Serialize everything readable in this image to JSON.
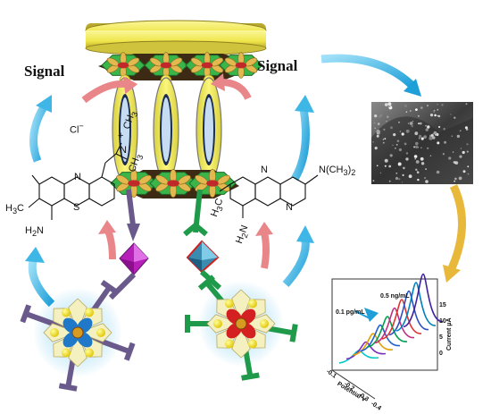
{
  "labels": {
    "signal_left": "Signal",
    "signal_right": "Signal"
  },
  "chem_left": {
    "chloride": "Cl",
    "charge_minus": "−",
    "charge_plus": "+",
    "n_cation": "N",
    "ch3_top": "CH",
    "ch3_bottom": "CH",
    "n_ring": "N",
    "s_ring": "S",
    "h3c": "H",
    "h2n": "H",
    "sub3": "3",
    "sub2": "2",
    "c_letter": "C",
    "n_letter": "N"
  },
  "chem_right": {
    "n_top": "N",
    "n_bottom": "N",
    "dimethylamino": "N(CH",
    "dim_sub3": "3",
    "dim_close": ")",
    "dim_sub2": "2",
    "h3c": "H",
    "h2n": "H",
    "sub3": "3",
    "sub2": "2",
    "c_letter": "C",
    "n_letter": "N"
  },
  "chart": {
    "label_high": "0.5 ng/mL",
    "label_low": "0.1 pg/mL",
    "y_axis": "Current  μA",
    "x_axis": "Potential  V",
    "y_ticks": [
      "15",
      "10",
      "5",
      "0"
    ],
    "x_ticks": [
      "-0.1",
      "-0.2",
      "-0.3",
      "-0.4"
    ]
  },
  "colors": {
    "electrode": "#f3ee5c",
    "mof_gold": "#e3b84e",
    "mof_green": "#39b54a",
    "nanotube_yellow": "#f2ec5a",
    "nanotube_blue": "#bcd3ee",
    "linker_purple": "#6a5a8c",
    "linker_green": "#1e9a4a",
    "arrow_salmon": "#e9868a",
    "arrow_blue": "#3fb7e6",
    "arrow_gold": "#e8b83a"
  },
  "chart_data": {
    "type": "line",
    "series": [
      {
        "color": "#00c8c8"
      },
      {
        "color": "#7b2fbe"
      },
      {
        "color": "#e0a000"
      },
      {
        "color": "#2060d0"
      },
      {
        "color": "#00a050"
      },
      {
        "color": "#c03080"
      },
      {
        "color": "#e03030"
      },
      {
        "color": "#3050c0"
      },
      {
        "color": "#0080c0"
      },
      {
        "color": "#4020a0"
      }
    ]
  }
}
